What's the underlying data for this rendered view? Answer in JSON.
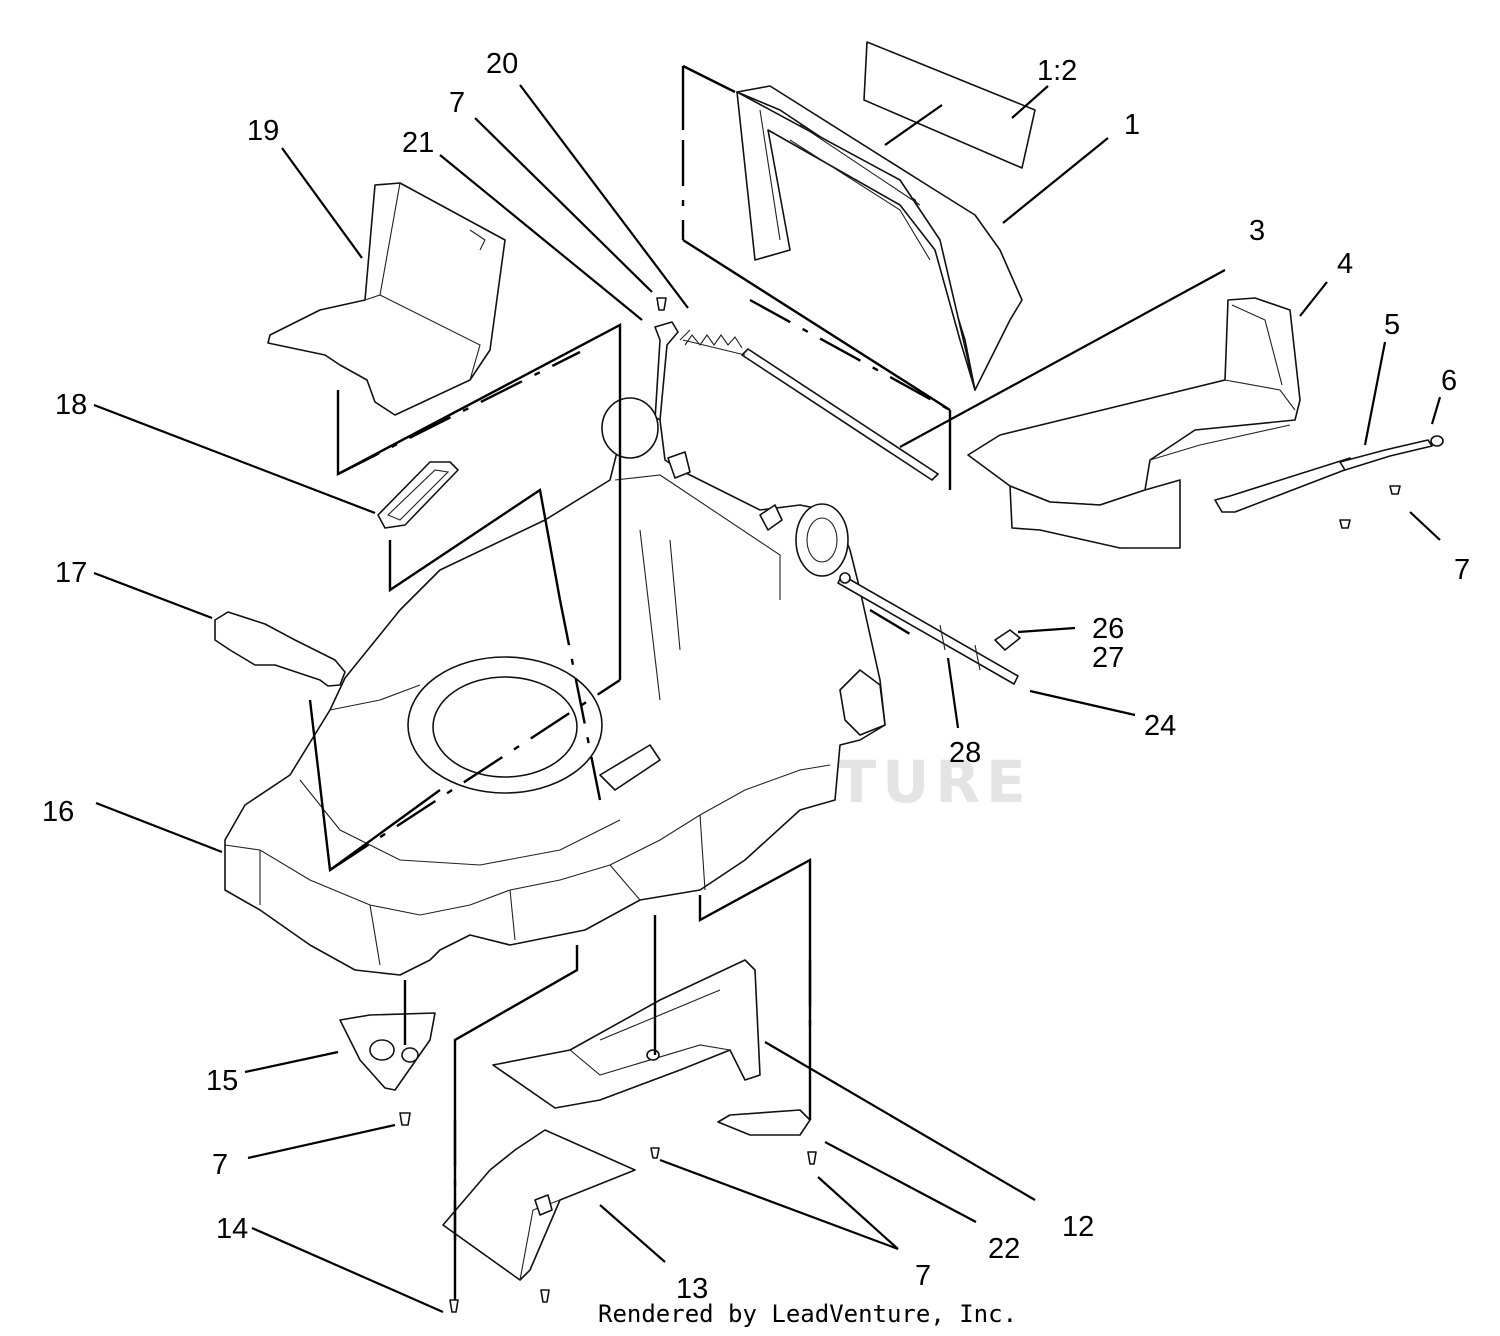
{
  "callouts": {
    "c1_2": "1:2",
    "c1": "1",
    "c3": "3",
    "c4": "4",
    "c5": "5",
    "c6": "6",
    "c7_right": "7",
    "c7_top": "7",
    "c7_left": "7",
    "c7_bottom": "7",
    "c12": "12",
    "c13": "13",
    "c14": "14",
    "c15": "15",
    "c16": "16",
    "c17": "17",
    "c18": "18",
    "c19": "19",
    "c20": "20",
    "c21": "21",
    "c22": "22",
    "c24": "24",
    "c26": "26",
    "c27": "27",
    "c28": "28"
  },
  "watermark": "LEADVENTURE",
  "footer": "Rendered by LeadVenture, Inc."
}
